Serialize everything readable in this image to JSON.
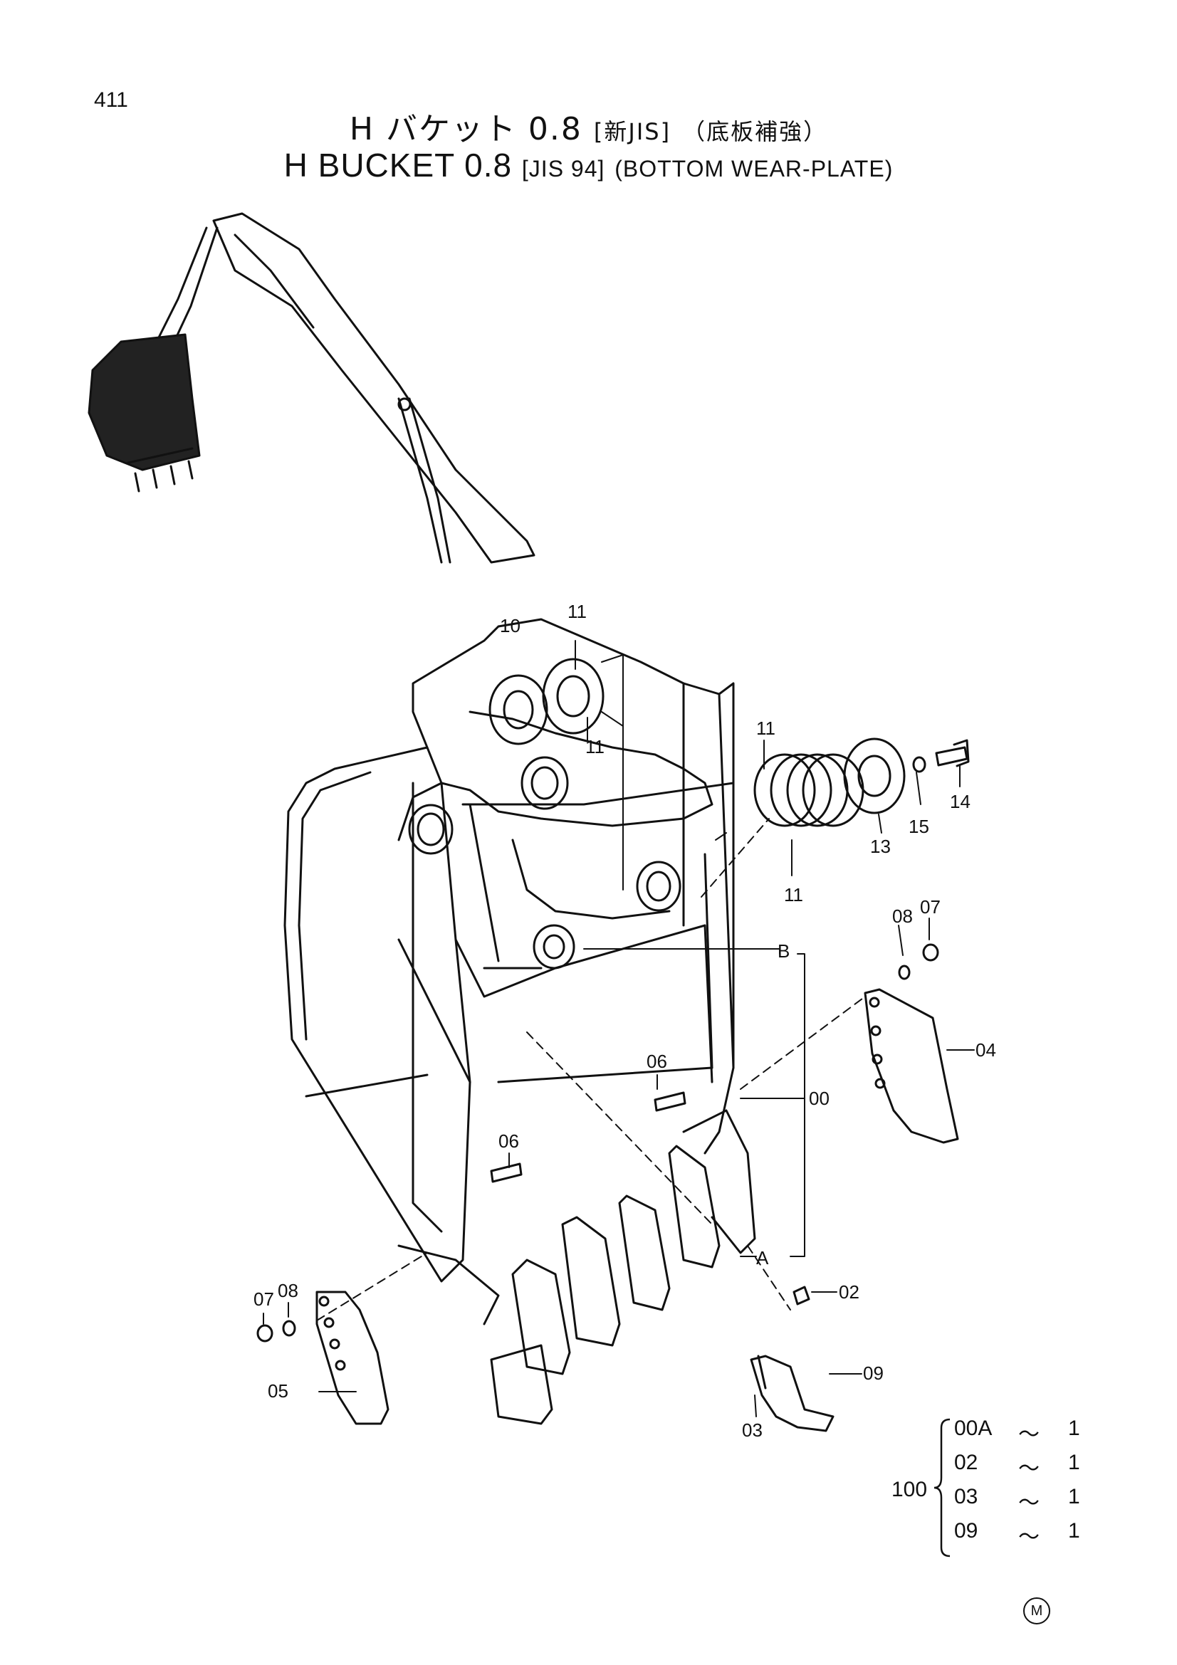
{
  "page_number": "411",
  "title_jp": {
    "main": "H バケット 0.8",
    "spec": "[新JIS]",
    "note": "（底板補強）"
  },
  "title_en": {
    "main": "H BUCKET 0.8",
    "spec": "[JIS 94]",
    "note": "(BOTTOM WEAR-PLATE)"
  },
  "callouts": {
    "c00": "00",
    "c02": "02",
    "c03": "03",
    "c04": "04",
    "c05": "05",
    "c06a": "06",
    "c06b": "06",
    "c07a": "07",
    "c07b": "07",
    "c08a": "08",
    "c08b": "08",
    "c09": "09",
    "c10": "10",
    "c11a": "11",
    "c11b": "11",
    "c11c": "11",
    "c11d": "11",
    "c13": "13",
    "c14": "14",
    "c15": "15",
    "cA": "A",
    "cB": "B"
  },
  "kit": {
    "number": "100",
    "rows": [
      {
        "part": "00A",
        "tilde": "〜",
        "qty": "1"
      },
      {
        "part": "02",
        "tilde": "〜",
        "qty": "1"
      },
      {
        "part": "03",
        "tilde": "〜",
        "qty": "1"
      },
      {
        "part": "09",
        "tilde": "〜",
        "qty": "1"
      }
    ]
  },
  "mark_letter": "M"
}
